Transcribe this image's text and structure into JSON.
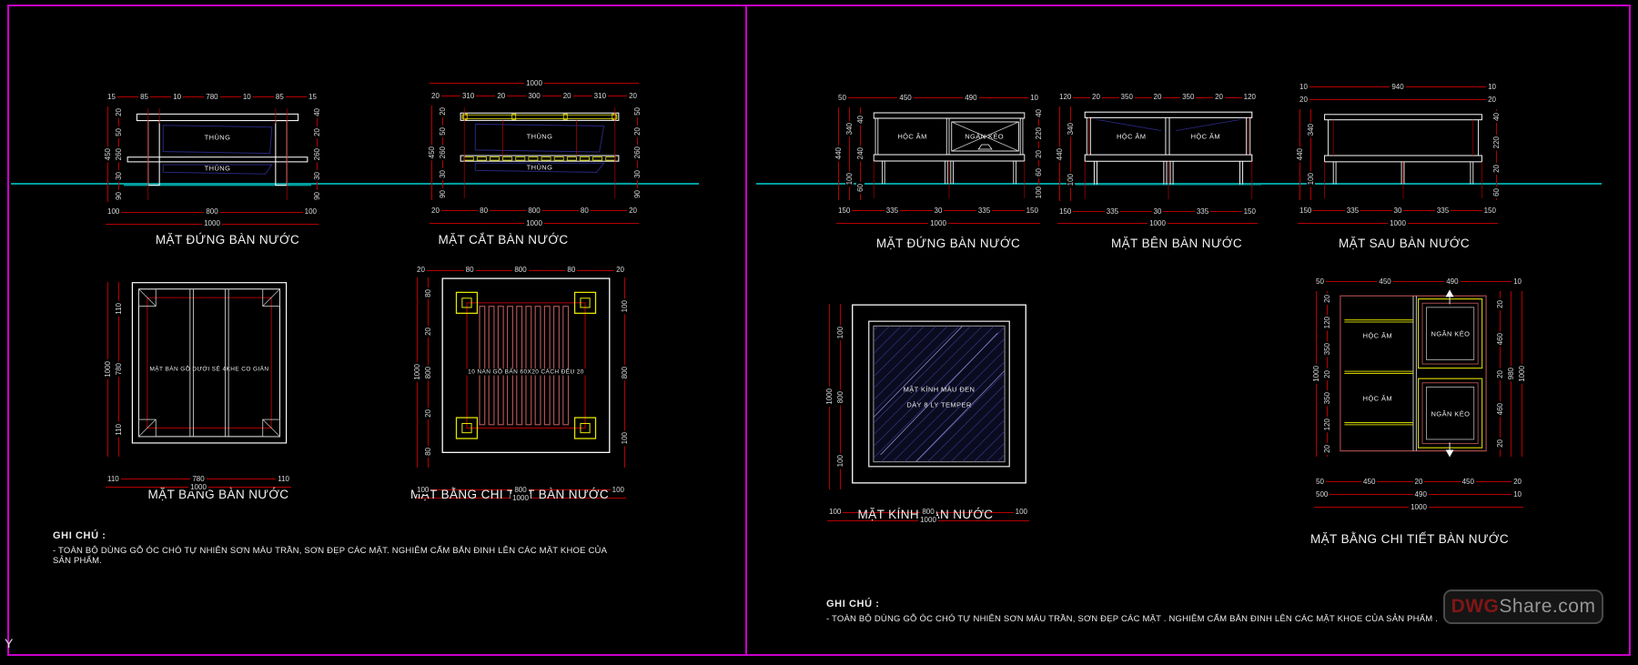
{
  "colors": {
    "background": "#000000",
    "sheet_border": "#c800c8",
    "dimension": "#cc0000",
    "ground_line": "#009f9f",
    "highlight": "#e6e600",
    "slat": "#b25555",
    "glass_hatch": "#3c3c8e",
    "drawing_line": "#ffffff"
  },
  "ucs_label": "Y",
  "watermark": {
    "dwg": "DWG",
    "rest": "Share.com"
  },
  "left_sheet": {
    "front_elevation": {
      "title": "MẶT ĐỨNG BÀN NƯỚC",
      "labels": {
        "box1": "THÙNG",
        "box2": "THÙNG"
      },
      "dims_top": [
        "15",
        "85",
        "10",
        "780",
        "10",
        "85",
        "15"
      ],
      "dims_left_outer": [
        "450"
      ],
      "dims_left_inner": [
        "20",
        "50",
        "260",
        "30",
        "90"
      ],
      "dims_right": [
        "40",
        "20",
        "260",
        "30",
        "90"
      ],
      "dims_bottom1": [
        "100",
        "800",
        "100"
      ],
      "dims_bottom2": [
        "1000"
      ]
    },
    "section": {
      "title": "MẶT CẮT BÀN NƯỚC",
      "labels": {
        "box1": "THÙNG",
        "box2": "THÙNG"
      },
      "dims_top1": [
        "1000"
      ],
      "dims_top2": [
        "20",
        "310",
        "20",
        "300",
        "20",
        "310",
        "20"
      ],
      "dims_left_outer": [
        "450"
      ],
      "dims_left_inner": [
        "20",
        "50",
        "260",
        "30",
        "90"
      ],
      "dims_right": [
        "50",
        "20",
        "260",
        "30",
        "90"
      ],
      "dims_bottom1": [
        "20",
        "80",
        "800",
        "80",
        "20"
      ],
      "dims_bottom2": [
        "1000"
      ]
    },
    "plan": {
      "title": "MẶT BẰNG BÀN NƯỚC",
      "center_label": "MẶT BÀN GỖ DƯỚI SẼ 4KHE CO GIÃN",
      "dims_left_outer": [
        "1000"
      ],
      "dims_left_inner": [
        "110",
        "780",
        "110"
      ],
      "dims_bottom1": [
        "110",
        "780",
        "110"
      ],
      "dims_bottom2": [
        "1000"
      ]
    },
    "detail_plan": {
      "title": "MẶT BẰNG CHI TIẾT BÀN NƯỚC",
      "center_label": "10 NAN GỖ BẢN 60X20 CÁCH ĐỀU 20",
      "dims_top": [
        "20",
        "80",
        "800",
        "80",
        "20"
      ],
      "dims_left_outer": [
        "1000"
      ],
      "dims_left_inner": [
        "80",
        "20",
        "800",
        "20",
        "80"
      ],
      "dims_right": [
        "100",
        "800",
        "100"
      ],
      "dims_bottom1": [
        "100",
        "800",
        "100"
      ],
      "dims_bottom2": [
        "1000"
      ]
    },
    "note": {
      "heading": "GHI CHÚ :",
      "body": "- TOÀN BỘ DÙNG GỖ ÓC CHÓ TỰ NHIÊN SƠN MÀU TRẦN, SƠN ĐẸP CÁC MẶT. NGHIÊM CẤM BẮN ĐINH LÊN CÁC MẶT KHOE CỦA SẢN PHẨM."
    }
  },
  "right_sheet": {
    "front_elevation": {
      "title": "MẶT ĐỨNG BÀN NƯỚC",
      "labels": {
        "left": "HỘC ÂM",
        "right": "NGĂN KÉO"
      },
      "dims_top": [
        "50",
        "450",
        "490",
        "10"
      ],
      "dims_left_outer": [
        "440"
      ],
      "dims_left_mid": [
        "340",
        "100"
      ],
      "dims_left_inner": [
        "40",
        "240",
        "60"
      ],
      "dims_right": [
        "40",
        "220",
        "20",
        "60",
        "100"
      ],
      "dims_bottom1": [
        "150",
        "335",
        "30",
        "335",
        "150"
      ],
      "dims_bottom2": [
        "1000"
      ]
    },
    "side_elevation": {
      "title": "MẶT BÊN BÀN NƯỚC",
      "labels": {
        "left": "HỘC ÂM",
        "right": "HỘC ÂM"
      },
      "dims_top": [
        "120",
        "20",
        "350",
        "20",
        "350",
        "20",
        "120"
      ],
      "dims_left_outer": [
        "440"
      ],
      "dims_left_inner": [
        "340",
        "100"
      ],
      "dims_bottom1": [
        "150",
        "335",
        "30",
        "335",
        "150"
      ],
      "dims_bottom2": [
        "1000"
      ]
    },
    "back_elevation": {
      "title": "MẶT SAU BÀN NƯỚC",
      "dims_top1": [
        "10",
        "940",
        "10"
      ],
      "dims_top2": [
        "20",
        "20"
      ],
      "dims_left_outer": [
        "440"
      ],
      "dims_left_inner": [
        "340",
        "100"
      ],
      "dims_right": [
        "40",
        "220",
        "20",
        "60"
      ],
      "dims_bottom1": [
        "150",
        "335",
        "30",
        "335",
        "150"
      ],
      "dims_bottom2": [
        "1000"
      ]
    },
    "glass_plan": {
      "title": "MẶT KÍNH BÀN NƯỚC",
      "center_label_line1": "MẶT KÍNH MÀU ĐEN",
      "center_label_line2": "DÀY 8 LY TEMPER",
      "dims_left_outer": [
        "1000"
      ],
      "dims_left_inner": [
        "100",
        "800",
        "100"
      ],
      "dims_bottom1": [
        "100",
        "800",
        "100"
      ],
      "dims_bottom2": [
        "1000"
      ]
    },
    "detail_plan": {
      "title": "MẶT BẰNG CHI TIẾT BÀN NƯỚC",
      "labels": {
        "hoc_am_1": "HỘC ÂM",
        "hoc_am_2": "HỘC ÂM",
        "ngan_keo_1": "NGĂN KÉO",
        "ngan_keo_2": "NGĂN KÉO"
      },
      "dims_top": [
        "50",
        "450",
        "490",
        "10"
      ],
      "dims_left_outer": [
        "1000"
      ],
      "dims_left_inner": [
        "20",
        "120",
        "350",
        "20",
        "350",
        "120",
        "20"
      ],
      "dims_right_inner": [
        "20",
        "460",
        "20",
        "460",
        "20"
      ],
      "dims_right_mid": [
        "980"
      ],
      "dims_right_outer": [
        "1000"
      ],
      "dims_bottom1": [
        "50",
        "450",
        "20",
        "450",
        "20"
      ],
      "dims_bottom2": [
        "500",
        "490",
        "10"
      ],
      "dims_bottom3": [
        "1000"
      ]
    },
    "note": {
      "heading": "GHI CHÚ :",
      "body": "- TOÀN BỘ DÙNG GỖ ÓC CHÓ TỰ NHIÊN SƠN MÀU TRẦN, SƠN ĐẸP CÁC MẶT . NGHIÊM CẤM BẮN ĐINH LÊN CÁC MẶT KHOE CỦA SẢN PHẨM ."
    }
  }
}
